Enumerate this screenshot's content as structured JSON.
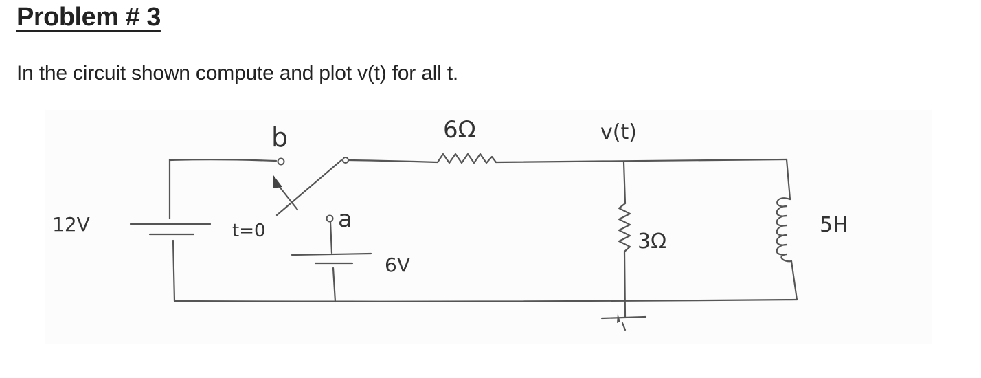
{
  "heading": "Problem # 3",
  "prompt": "In the circuit shown compute and plot v(t) for all t.",
  "diagram": {
    "labels": {
      "switch_b": "b",
      "switch_a": "a",
      "switch_time": "t=0",
      "source_left": "12V",
      "source_mid": "6V",
      "resistor_top": "6Ω",
      "node_voltage": "v(t)",
      "resistor_shunt": "3Ω",
      "inductor": "5H"
    }
  }
}
